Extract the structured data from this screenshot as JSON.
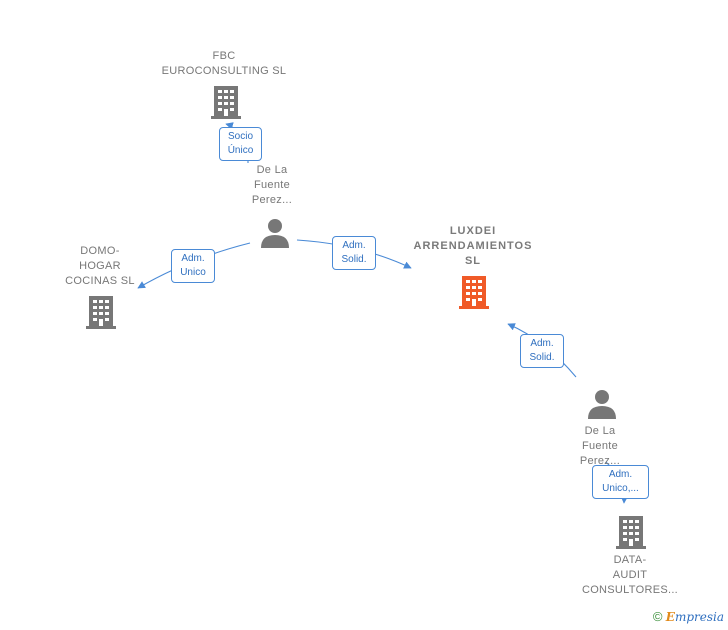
{
  "nodes": {
    "fbc": {
      "label_lines": [
        "FBC",
        "EUROCONSULTING SL"
      ],
      "icon": "building-icon",
      "color": "#777777"
    },
    "person1": {
      "label_lines": [
        "De La",
        "Fuente",
        "Perez..."
      ],
      "icon": "person-icon",
      "color": "#777777"
    },
    "domo": {
      "label_lines": [
        "DOMO-",
        "HOGAR",
        "COCINAS  SL"
      ],
      "icon": "building-icon",
      "color": "#777777"
    },
    "luxdei": {
      "label_lines": [
        "LUXDEI",
        "ARRENDAMIENTOS",
        "SL"
      ],
      "icon": "building-icon",
      "color": "#f05a28"
    },
    "person2": {
      "label_lines": [
        "De La",
        "Fuente",
        "Perez..."
      ],
      "icon": "person-icon",
      "color": "#777777"
    },
    "data": {
      "label_lines": [
        "DATA-",
        "AUDIT",
        "CONSULTORES..."
      ],
      "icon": "building-icon",
      "color": "#777777"
    }
  },
  "edges": {
    "socio": {
      "label_lines": [
        "Socio",
        "Único"
      ]
    },
    "adm_unico_domo": {
      "label_lines": [
        "Adm.",
        "Unico"
      ]
    },
    "adm_solid_1": {
      "label_lines": [
        "Adm.",
        "Solid."
      ]
    },
    "adm_solid_2": {
      "label_lines": [
        "Adm.",
        "Solid."
      ]
    },
    "adm_unico_data": {
      "label_lines": [
        "Adm.",
        "Unico,..."
      ]
    }
  },
  "footer": {
    "copyright": "©",
    "brand_initial": "E",
    "brand_rest": "mpresia"
  },
  "colors": {
    "edge": "#4a8ad6",
    "node_gray": "#777777",
    "accent": "#f05a28"
  }
}
